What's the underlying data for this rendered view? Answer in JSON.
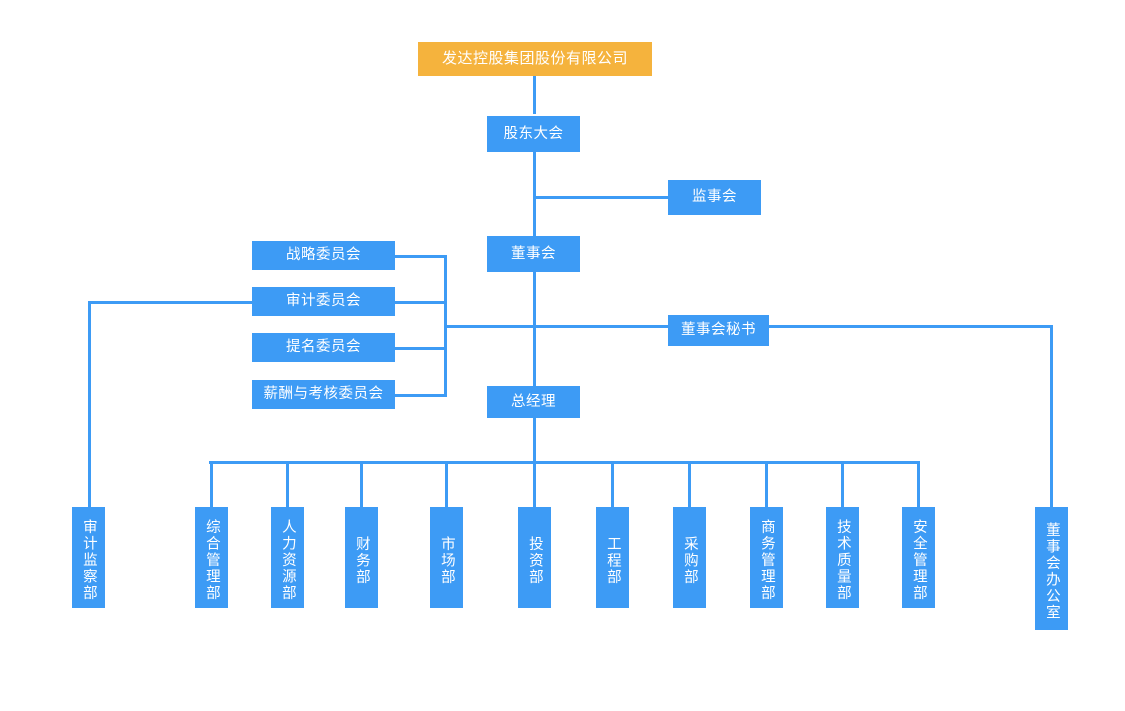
{
  "chart": {
    "title_node": "发达控股集团股份有限公司",
    "accent_blue": "#3d9bf5",
    "accent_orange": "#f5b33d",
    "background": "#ffffff",
    "nodes": {
      "root": "发达控股集团股份有限公司",
      "shareholders_meeting": "股东大会",
      "board_of_supervisors": "监事会",
      "board_of_directors": "董事会",
      "board_secretary": "董事会秘书",
      "general_manager": "总经理"
    },
    "committees": [
      "战略委员会",
      "审计委员会",
      "提名委员会",
      "薪酬与考核委员会"
    ],
    "departments": [
      "审计监察部",
      "综合管理部",
      "人力资源部",
      "财务部",
      "市场部",
      "投资部",
      "工程部",
      "采购部",
      "商务管理部",
      "技术质量部",
      "安全管理部",
      "董事会办公室"
    ]
  }
}
